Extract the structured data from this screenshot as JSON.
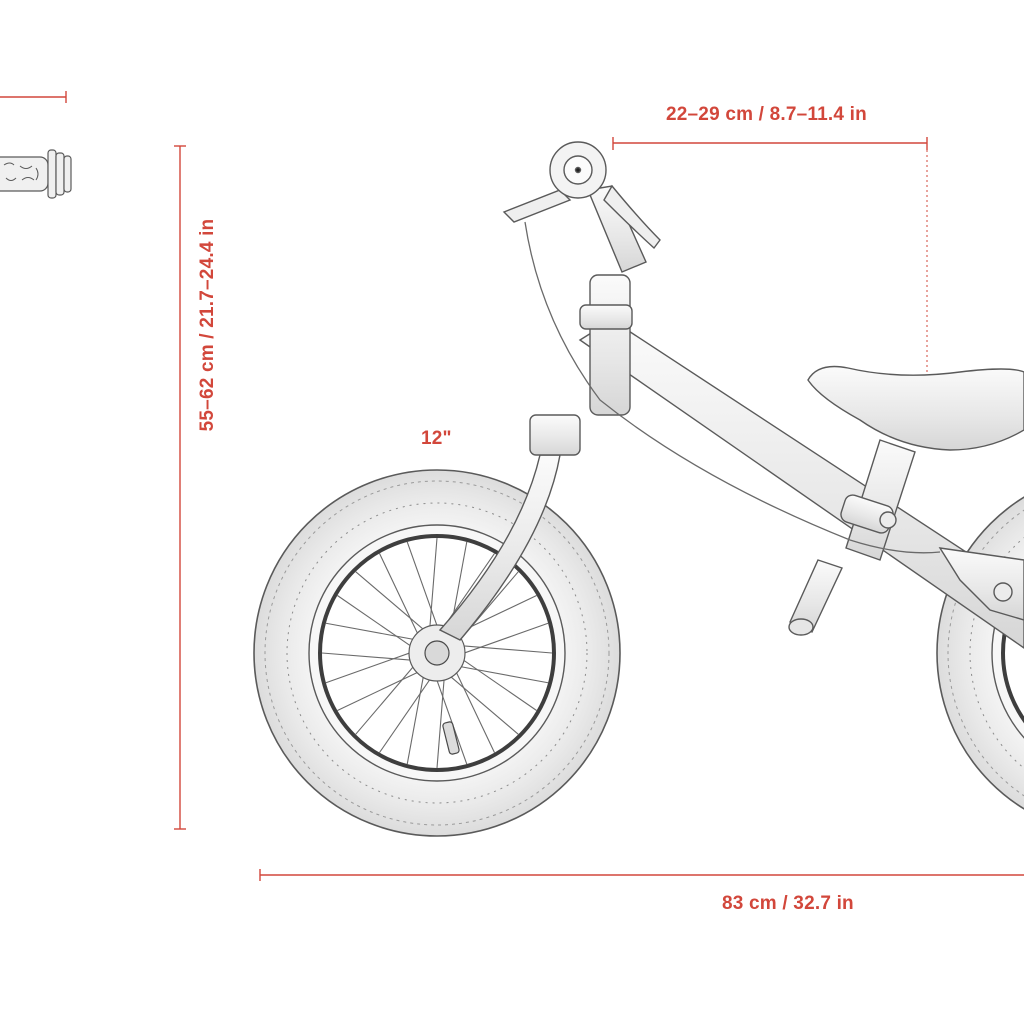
{
  "dimensions": {
    "reach": "22–29 cm / 8.7–11.4 in",
    "height": "55–62 cm / 21.7–24.4 in",
    "wheel_size": "12\"",
    "length": "83 cm / 32.7 in"
  },
  "colors": {
    "dimension_accent": "#d2473b",
    "line_art": "#5a5a5a",
    "fill": "#f1f1f1",
    "background": "#ffffff"
  }
}
